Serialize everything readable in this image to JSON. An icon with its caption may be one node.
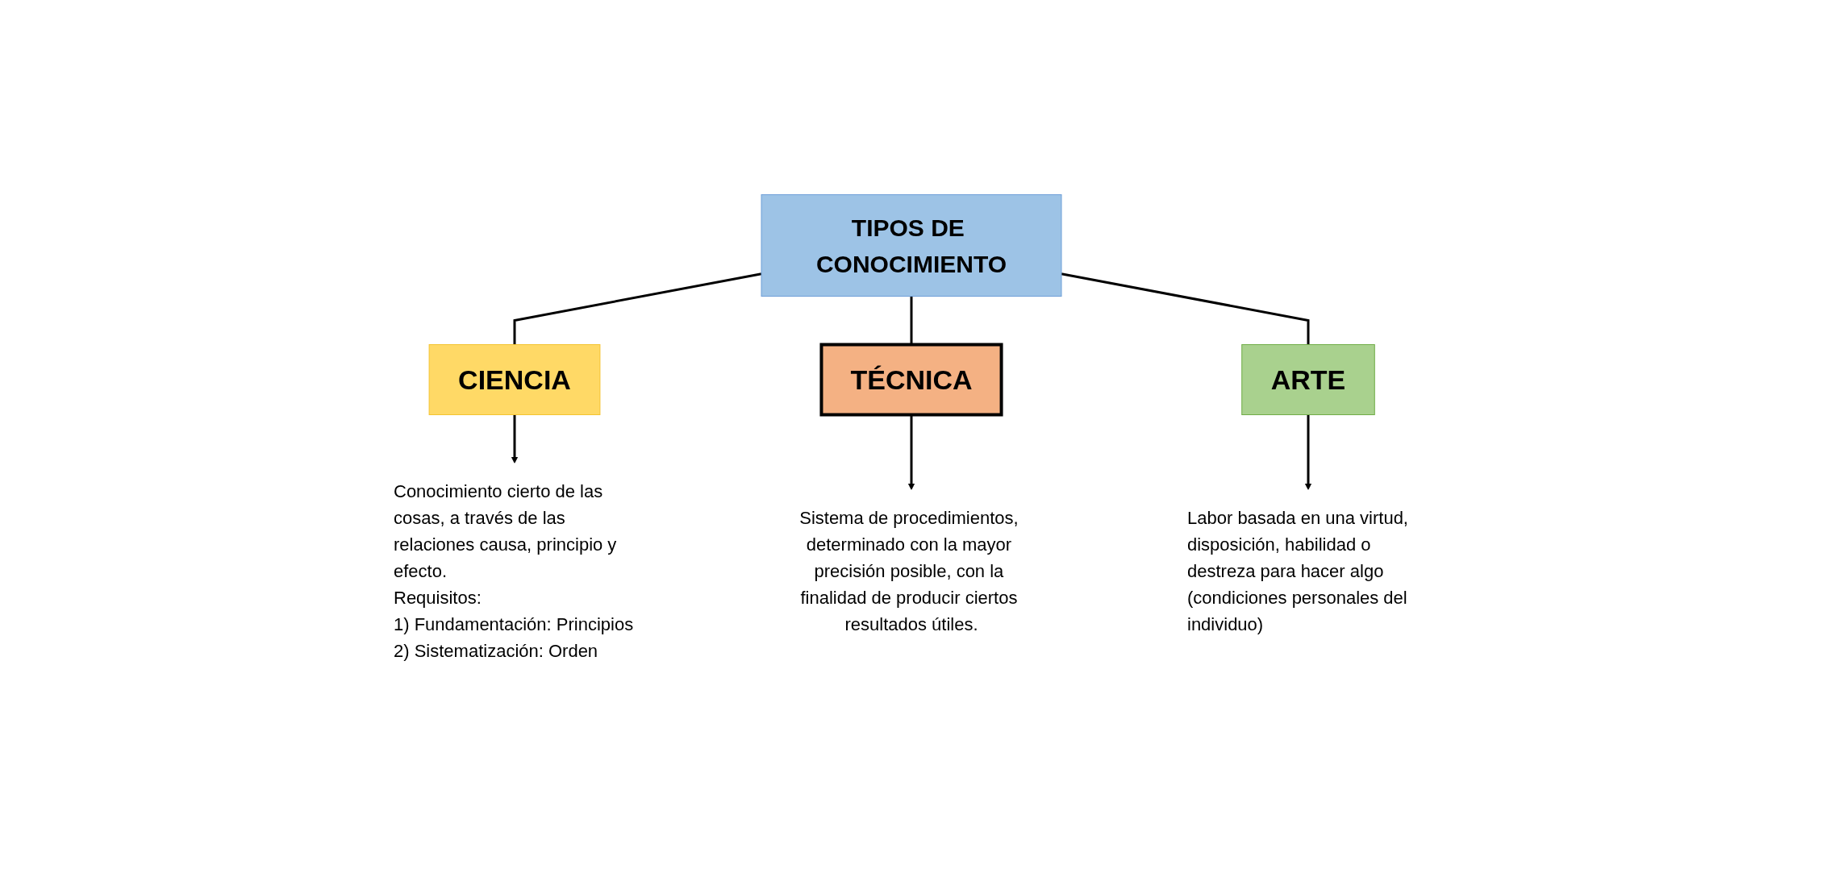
{
  "diagram": {
    "nodes": [
      {
        "text": [
          "TIPOS DE CONOCIMIENTO"
        ]
      },
      {
        "text": [
          "CIENCIA"
        ]
      },
      {
        "text": [
          "TÉCNICA"
        ]
      },
      {
        "text": [
          "ARTE"
        ]
      },
      {
        "text": [
          "Conocimiento cierto de las cosas, a través de las relaciones causa, principio y efecto.",
          "Requisitos:",
          "1) Fundamentación: Principios",
          "2) Sistematización: Orden"
        ]
      },
      {
        "text": [
          "Sistema de procedimientos, determinado con la mayor precisión posible, con la finalidad de producir ciertos resultados útiles."
        ]
      },
      {
        "text": [
          "Labor basada en una virtud, disposición, habilidad o destreza para hacer algo (condiciones personales del individuo)"
        ]
      }
    ],
    "edges": [
      {
        "from": 0,
        "to": 1,
        "arrow": "none"
      },
      {
        "from": 0,
        "to": 2,
        "arrow": "none"
      },
      {
        "from": 0,
        "to": 3,
        "arrow": "none"
      },
      {
        "from": 1,
        "to": 4,
        "arrow": "to"
      },
      {
        "from": 2,
        "to": 5,
        "arrow": "to"
      },
      {
        "from": 3,
        "to": 6,
        "arrow": "to"
      }
    ]
  }
}
